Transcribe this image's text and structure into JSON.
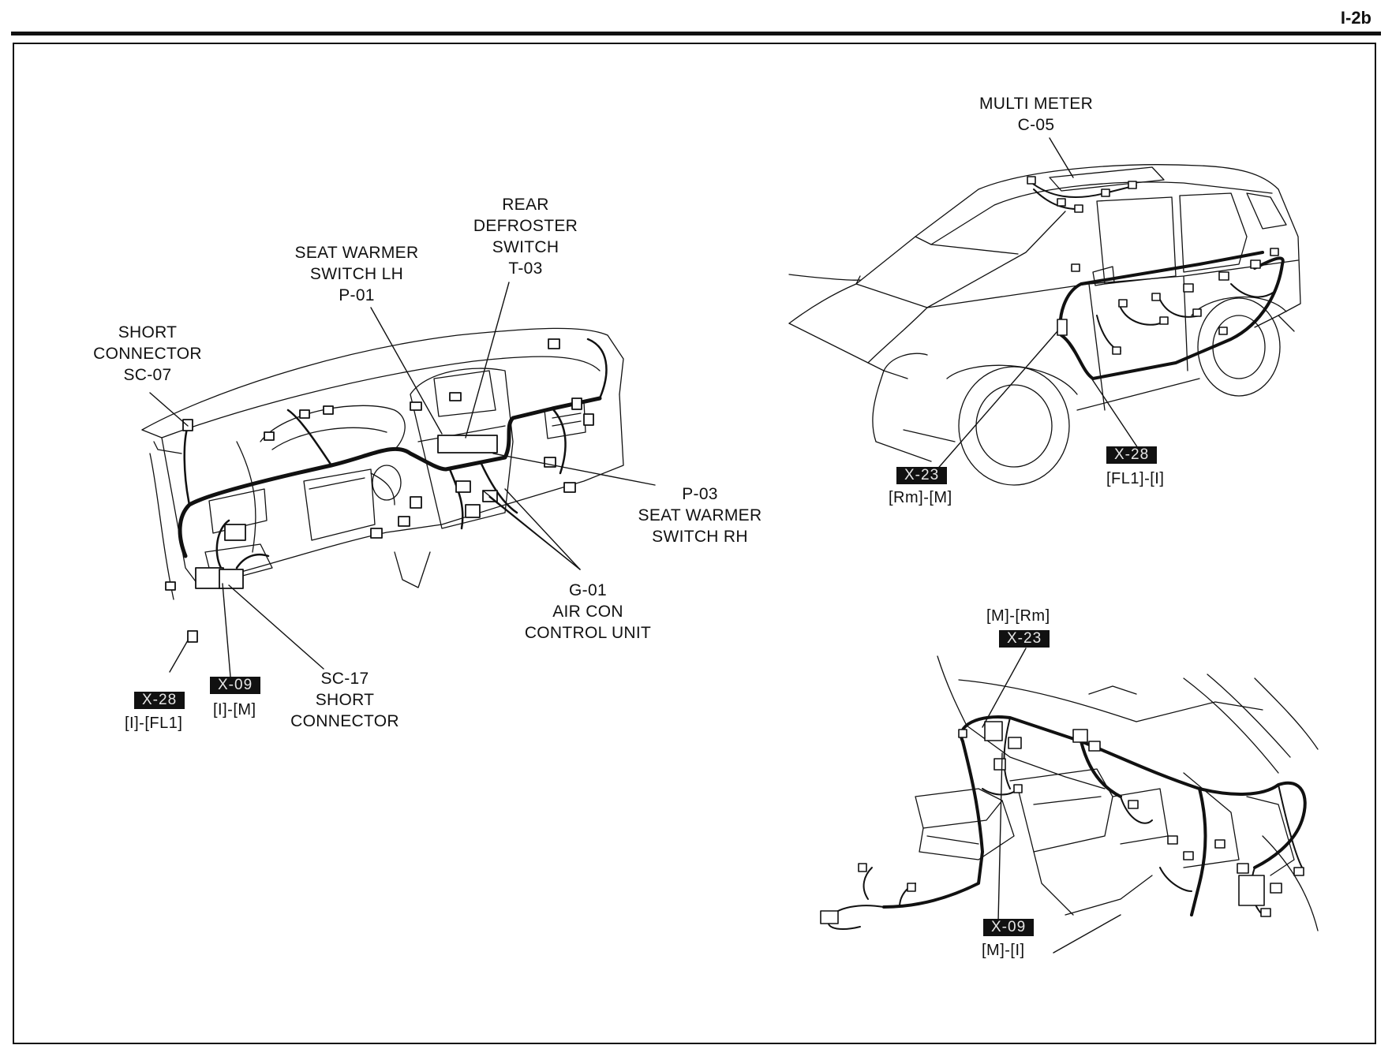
{
  "page": {
    "id": "I-2b"
  },
  "dashboard": {
    "short_connector_sc07": [
      "SHORT",
      "CONNECTOR",
      "SC-07"
    ],
    "seat_warmer_lh": [
      "SEAT WARMER",
      "SWITCH LH",
      "P-01"
    ],
    "rear_defroster": [
      "REAR",
      "DEFROSTER",
      "SWITCH",
      "T-03"
    ],
    "seat_warmer_rh": [
      "P-03",
      "SEAT WARMER",
      "SWITCH RH"
    ],
    "air_con": [
      "G-01",
      "AIR CON",
      "CONTROL UNIT"
    ],
    "short_connector_sc17": [
      "SC-17",
      "SHORT",
      "CONNECTOR"
    ],
    "x28": {
      "badge": "X-28",
      "sub": "[I]-[FL1]"
    },
    "x09": {
      "badge": "X-09",
      "sub": "[I]-[M]"
    }
  },
  "vehicle": {
    "multi_meter": [
      "MULTI METER",
      "C-05"
    ],
    "x23": {
      "badge": "X-23",
      "sub": "[Rm]-[M]"
    },
    "x28": {
      "badge": "X-28",
      "sub": "[FL1]-[I]"
    }
  },
  "floor": {
    "x23": {
      "badge": "X-23",
      "sub": "[M]-[Rm]"
    },
    "x09": {
      "badge": "X-09",
      "sub": "[M]-[I]"
    }
  }
}
